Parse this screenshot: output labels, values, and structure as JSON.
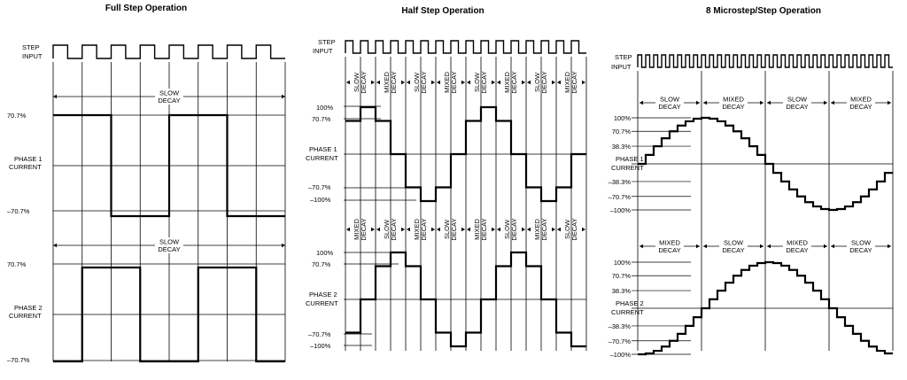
{
  "panels": [
    {
      "id": "full",
      "title": "Full Step Operation",
      "step_label": [
        "STEP",
        "INPUT"
      ],
      "phase1_label": [
        "PHASE 1",
        "CURRENT"
      ],
      "phase2_label": [
        "PHASE 2",
        "CURRENT"
      ],
      "phase1_levels": [
        "70.7%",
        "–70.7%"
      ],
      "phase2_levels": [
        "70.7%",
        "–70.7%"
      ],
      "phase1_decay": [
        [
          "SLOW",
          "DECAY"
        ]
      ],
      "phase2_decay": [
        [
          "SLOW",
          "DECAY"
        ]
      ]
    },
    {
      "id": "half",
      "title": "Half Step Operation",
      "step_label": [
        "STEP",
        "INPUT"
      ],
      "phase1_label": [
        "PHASE 1",
        "CURRENT"
      ],
      "phase2_label": [
        "PHASE 2",
        "CURRENT"
      ],
      "phase1_levels": [
        "100%",
        "70.7%",
        "–70.7%",
        "–100%"
      ],
      "phase2_levels": [
        "100%",
        "70.7%",
        "–70.7%",
        "–100%"
      ],
      "phase1_decay": [
        [
          "SLOW",
          "DECAY"
        ],
        [
          "MIXED",
          "DECAY"
        ],
        [
          "SLOW",
          "DECAY"
        ],
        [
          "MIXED",
          "DECAY"
        ],
        [
          "SLOW",
          "DECAY"
        ],
        [
          "MIXED",
          "DECAY"
        ],
        [
          "SLOW",
          "DECAY"
        ],
        [
          "MIXED",
          "DECAY"
        ]
      ],
      "phase2_decay": [
        [
          "MIXED",
          "DECAY"
        ],
        [
          "SLOW",
          "DECAY"
        ],
        [
          "MIXED",
          "DECAY"
        ],
        [
          "SLOW",
          "DECAY"
        ],
        [
          "MIXED",
          "DECAY"
        ],
        [
          "SLOW",
          "DECAY"
        ],
        [
          "MIXED",
          "DECAY"
        ],
        [
          "SLOW",
          "DECAY"
        ]
      ]
    },
    {
      "id": "micro",
      "title": "8 Microstep/Step Operation",
      "step_label": [
        "STEP",
        "INPUT"
      ],
      "phase1_label": [
        "PHASE 1",
        "CURRENT"
      ],
      "phase2_label": [
        "PHASE 2",
        "CURRENT"
      ],
      "phase1_levels": [
        "100%",
        "70.7%",
        "38.3%",
        "–38.3%",
        "–70.7%",
        "–100%"
      ],
      "phase2_levels": [
        "100%",
        "70.7%",
        "38.3%",
        "–38.3%",
        "–70.7%",
        "–100%"
      ],
      "phase1_decay": [
        [
          "SLOW",
          "DECAY"
        ],
        [
          "MIXED",
          "DECAY"
        ],
        [
          "SLOW",
          "DECAY"
        ],
        [
          "MIXED",
          "DECAY"
        ]
      ],
      "phase2_decay": [
        [
          "MIXED",
          "DECAY"
        ],
        [
          "SLOW",
          "DECAY"
        ],
        [
          "MIXED",
          "DECAY"
        ],
        [
          "SLOW",
          "DECAY"
        ]
      ]
    }
  ]
}
